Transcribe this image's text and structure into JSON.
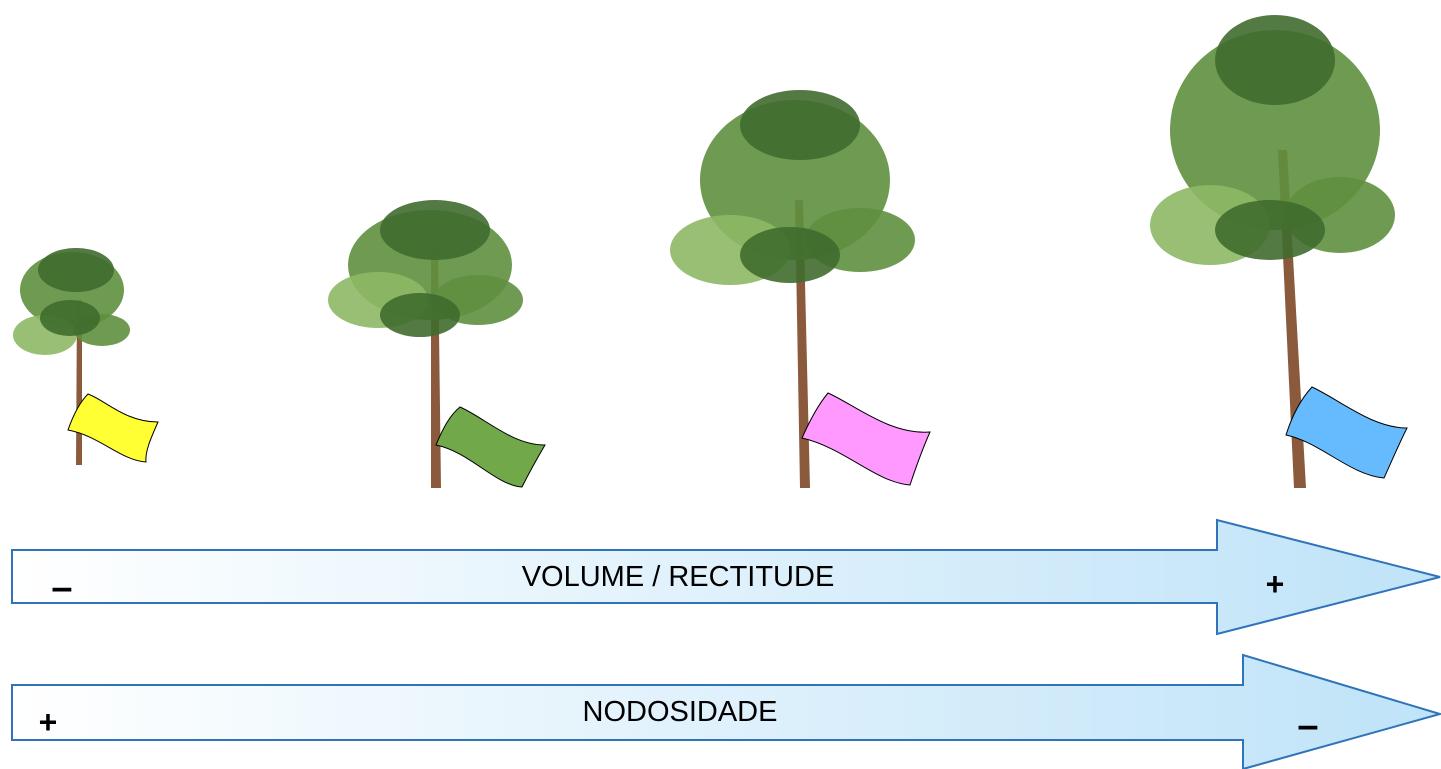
{
  "trees": [
    {
      "name": "tree-small",
      "flag_color": "#ffff33"
    },
    {
      "name": "tree-medium",
      "flag_color": "#70a84a"
    },
    {
      "name": "tree-large",
      "flag_color": "#ff99ff"
    },
    {
      "name": "tree-largest",
      "flag_color": "#66bbff"
    }
  ],
  "arrows": {
    "volume": {
      "label": "VOLUME / RECTITUDE",
      "left_sign": "–",
      "right_sign": "+"
    },
    "nodosidade": {
      "label": "NODOSIDADE",
      "left_sign": "+",
      "right_sign": "–"
    }
  },
  "colors": {
    "arrow_outline": "#2f73b8",
    "arrow_fill_start": "#ffffff",
    "arrow_fill_end": "#bfe3f8",
    "trunk": "#8b5a3c",
    "foliage_dark": "#3f6b2d",
    "foliage_mid": "#5f8f3e",
    "foliage_light": "#8db865"
  }
}
